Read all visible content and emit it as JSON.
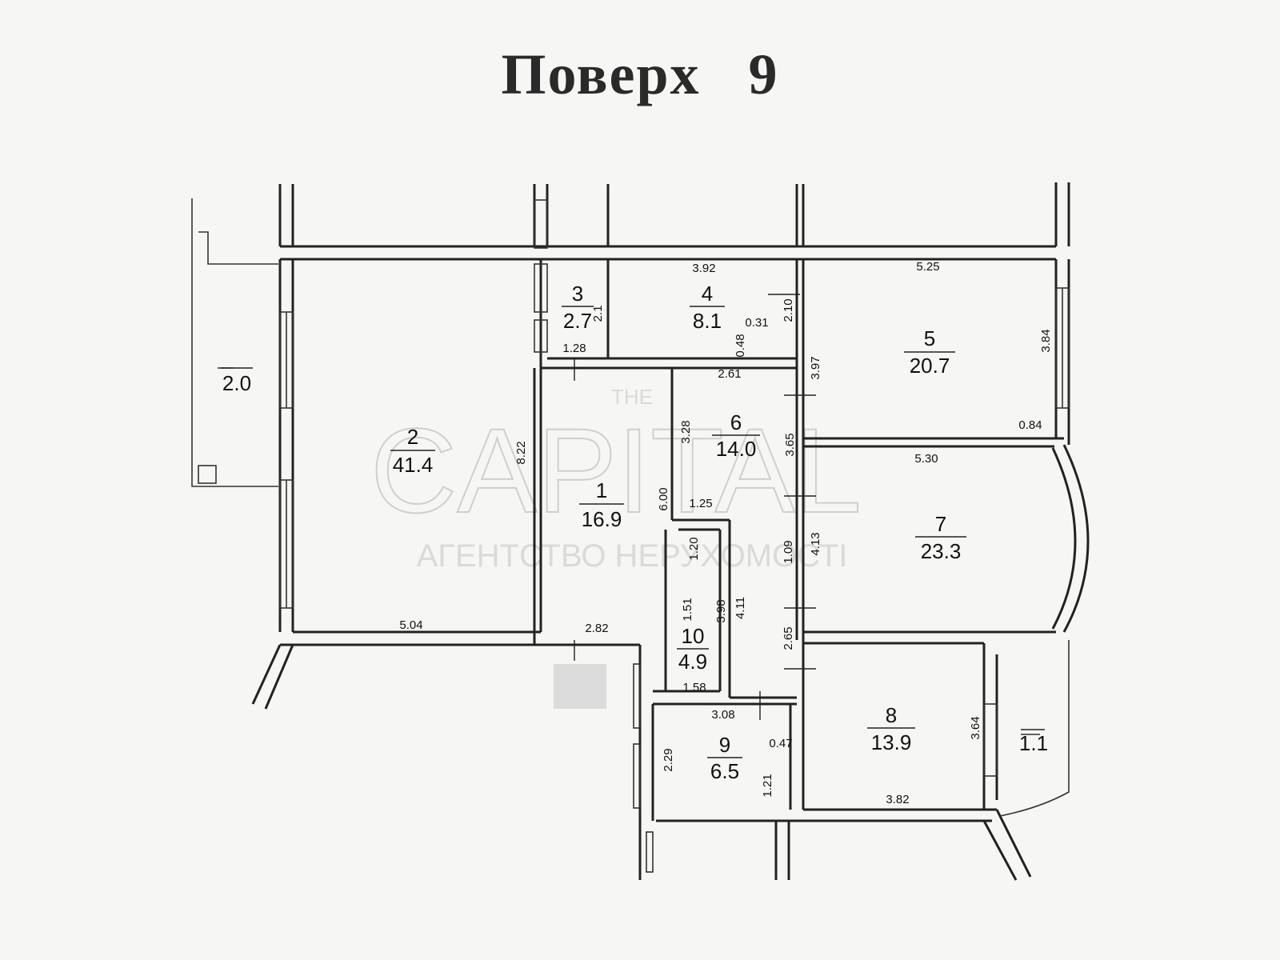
{
  "title": "Поверх 9",
  "watermark": {
    "top": "THE",
    "main": "CAPITAL",
    "sub": "АГЕНТСТВО НЕРУХОМОСТІ"
  },
  "rooms": [
    {
      "number": "1",
      "area": "16.9"
    },
    {
      "number": "2",
      "area": "41.4"
    },
    {
      "number": "3",
      "area": "2.7"
    },
    {
      "number": "4",
      "area": "8.1"
    },
    {
      "number": "5",
      "area": "20.7"
    },
    {
      "number": "6",
      "area": "14.0"
    },
    {
      "number": "7",
      "area": "23.3"
    },
    {
      "number": "8",
      "area": "13.9"
    },
    {
      "number": "9",
      "area": "6.5"
    },
    {
      "number": "10",
      "area": "4.9"
    }
  ],
  "balconies": [
    {
      "area": "2.0"
    },
    {
      "area": "1.1"
    }
  ],
  "dimensions": [
    "3.92",
    "5.25",
    "2.1",
    "2.10",
    "1.28",
    "0.31",
    "0.48",
    "3.84",
    "3.97",
    "2.61",
    "0.84",
    "5.30",
    "3.28",
    "3.65",
    "8.22",
    "6.00",
    "1.25",
    "1.20",
    "1.09",
    "4.13",
    "1.51",
    "3.98",
    "4.11",
    "5.04",
    "2.82",
    "2.65",
    "1.58",
    "3.08",
    "3.64",
    "2.29",
    "0.47",
    "1.21",
    "3.82"
  ],
  "colors": {
    "wall": "#222222",
    "background": "#f6f6f4"
  }
}
